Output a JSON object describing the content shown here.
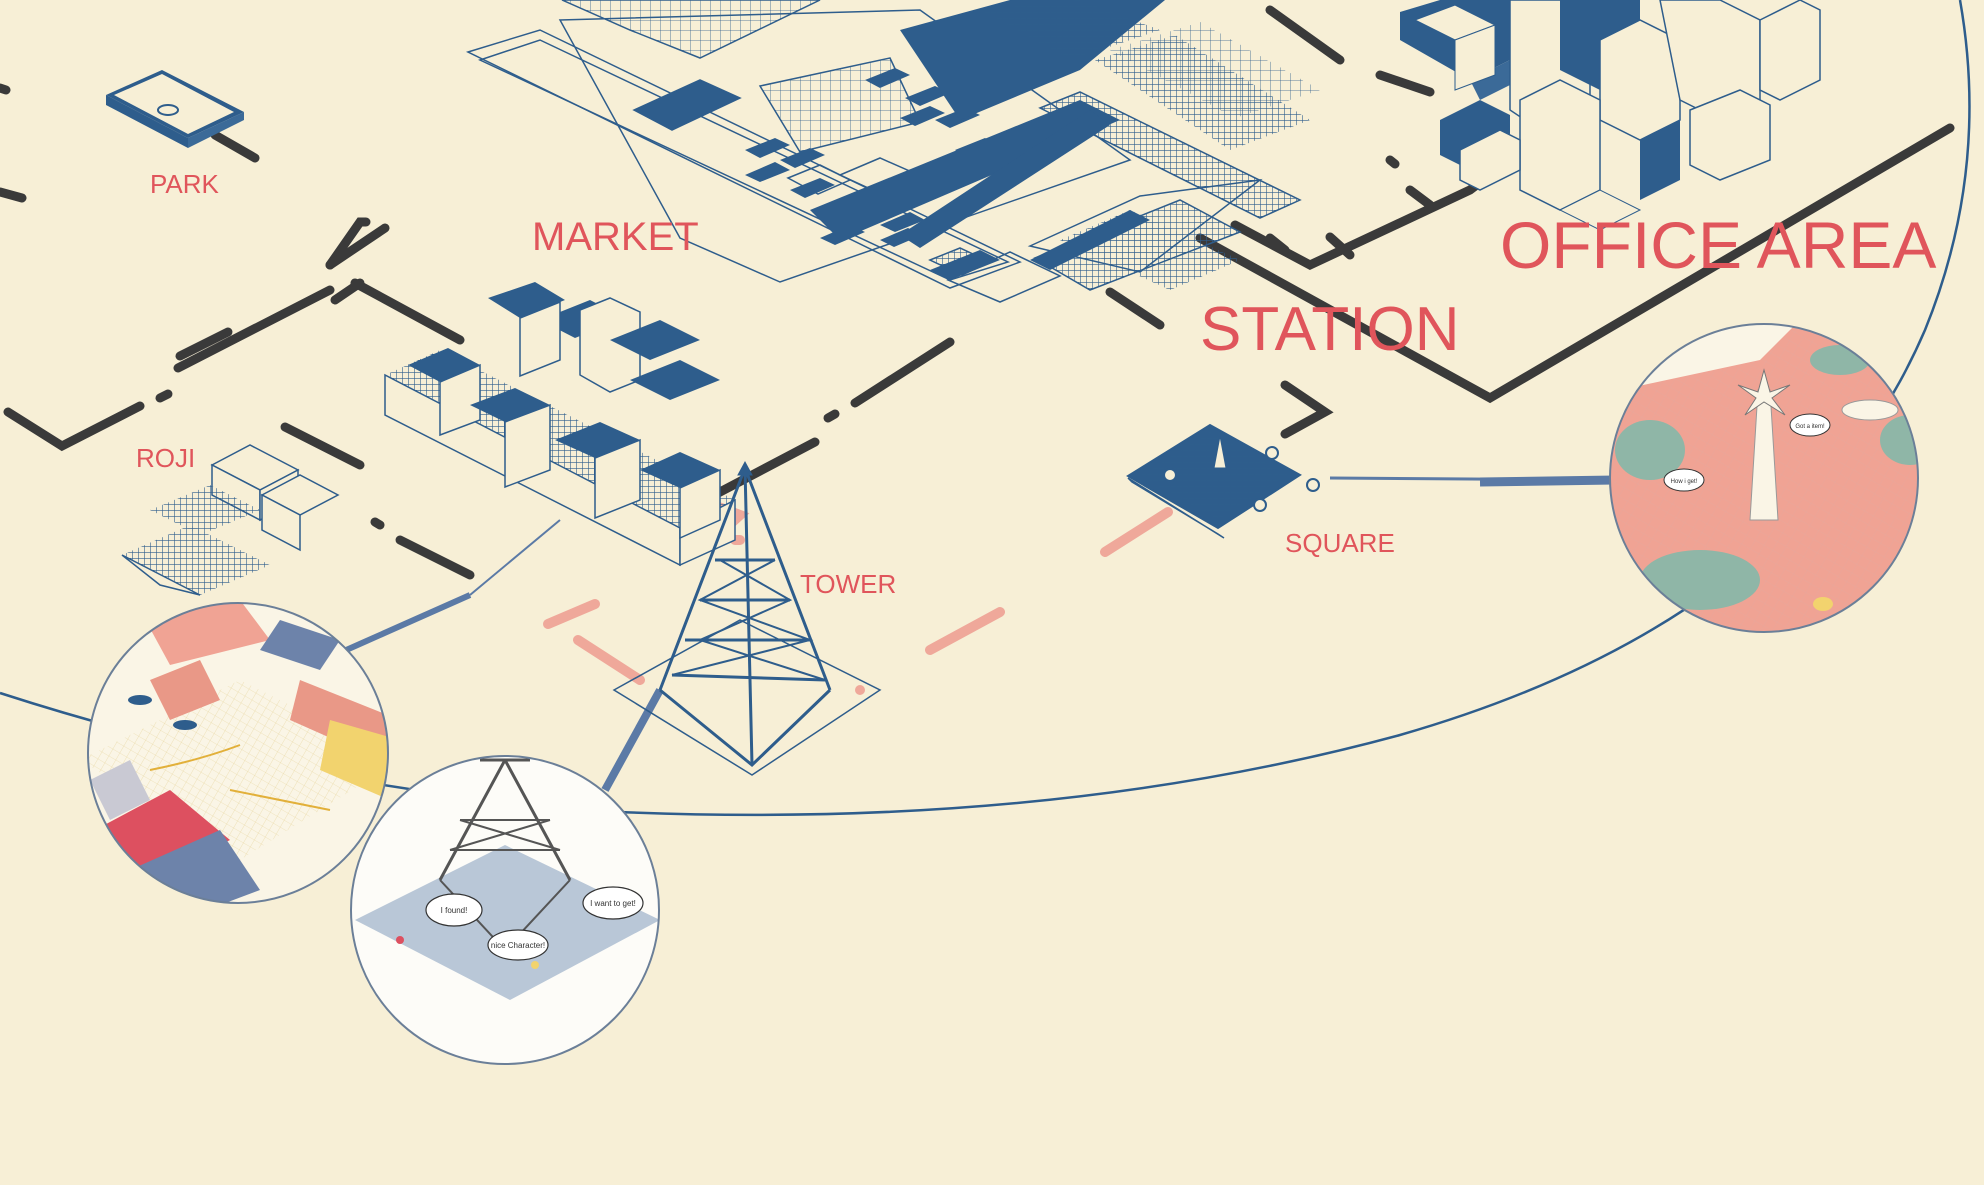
{
  "labels": {
    "park": "PARK",
    "market": "MARKET",
    "roji": "ROJI",
    "tower": "TOWER",
    "square": "SQUARE",
    "station": "STATION",
    "office": "OFFICE AREA"
  },
  "bubbles": {
    "found": "I found!",
    "want": "I want to get!",
    "nice": "nice Character!",
    "how": "How i get!",
    "got": "Got a item!"
  },
  "colors": {
    "background": "#f7efd6",
    "label": "#e0555b",
    "building": "#2e5d8c",
    "route": "#3a3a3a",
    "pink_route": "#efa89a",
    "outline": "#2e5d8c"
  }
}
